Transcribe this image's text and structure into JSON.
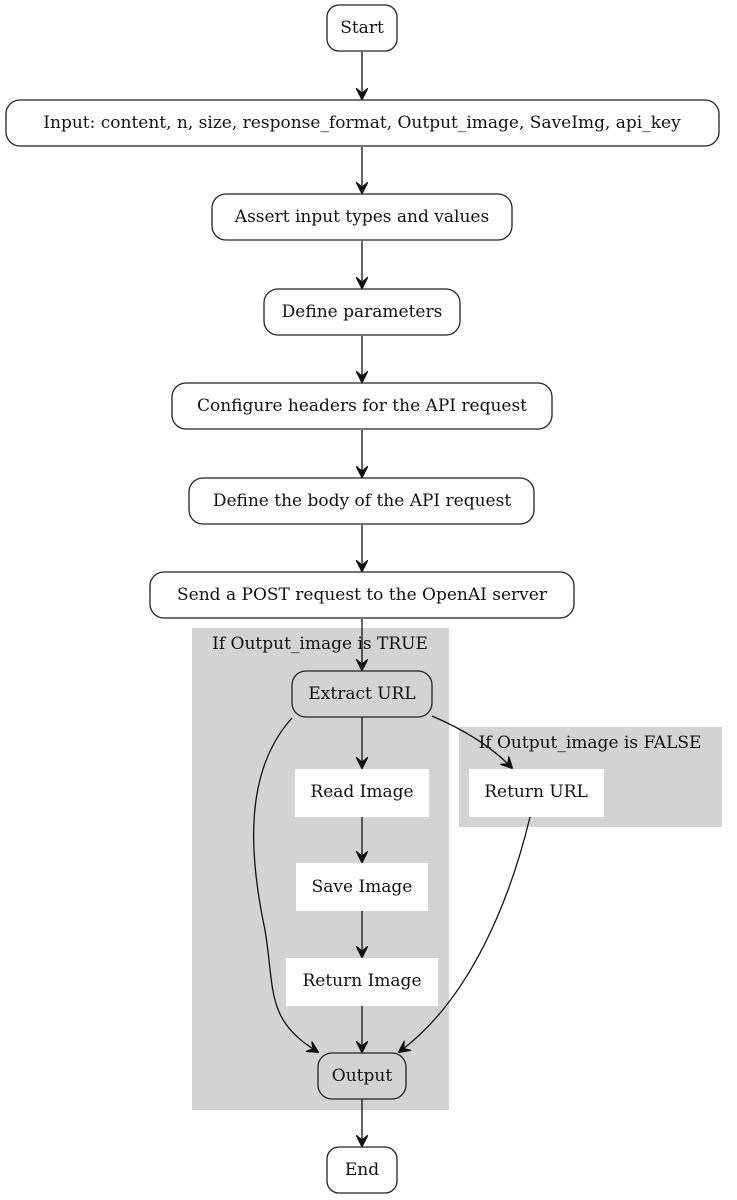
{
  "nodes": {
    "start": "Start",
    "input": "Input: content, n, size, response_format, Output_image, SaveImg, api_key",
    "assert": "Assert input types and values",
    "define_params": "Define parameters",
    "configure_headers": "Configure headers for the API request",
    "define_body": "Define the body of the API request",
    "send_post": "Send a POST request to the OpenAI server",
    "extract_url": "Extract URL",
    "read_image": "Read Image",
    "save_image": "Save Image",
    "return_image": "Return Image",
    "return_url": "Return URL",
    "output": "Output",
    "end": "End"
  },
  "clusters": {
    "true_branch": "If Output_image is TRUE",
    "false_branch": "If Output_image is FALSE"
  },
  "colors": {
    "cluster_fill": "#d3d3d3",
    "node_fill": "#ffffff",
    "stroke": "#222222"
  }
}
